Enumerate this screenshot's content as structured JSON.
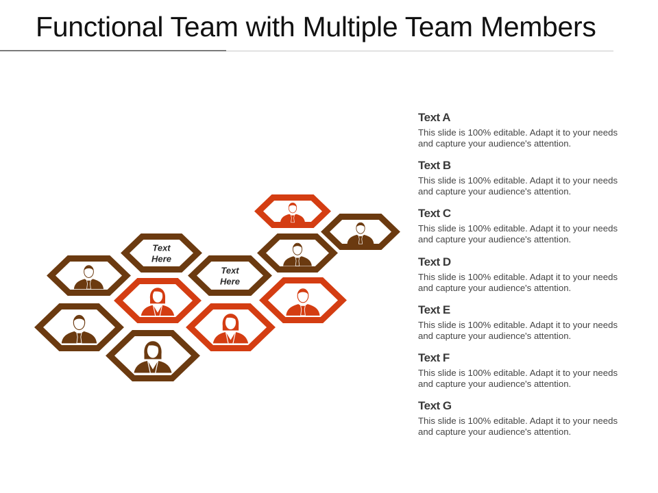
{
  "title": "Functional Team with Multiple Team Members",
  "colors": {
    "brown": "#6b3a10",
    "red": "#d43d12",
    "label": "#2a2a2a"
  },
  "hexagons": [
    {
      "tone": "red",
      "icon": "man"
    },
    {
      "tone": "brown",
      "icon": "man"
    },
    {
      "tone": "brown",
      "icon": "man"
    },
    {
      "tone": "red",
      "icon": "man"
    },
    {
      "tone": "brown",
      "icon": "text",
      "label": [
        "Text",
        "Here"
      ]
    },
    {
      "tone": "red",
      "icon": "woman"
    },
    {
      "tone": "brown",
      "icon": "text",
      "label": [
        "Text",
        "Here"
      ]
    },
    {
      "tone": "red",
      "icon": "woman"
    },
    {
      "tone": "brown",
      "icon": "man"
    },
    {
      "tone": "brown",
      "icon": "man"
    },
    {
      "tone": "brown",
      "icon": "woman"
    }
  ],
  "items": [
    {
      "title": "Text A",
      "body": "This slide is 100% editable. Adapt it to your needs and capture your audience's attention."
    },
    {
      "title": "Text B",
      "body": "This slide is 100% editable. Adapt it to your needs and capture your audience's attention."
    },
    {
      "title": "Text C",
      "body": "This slide is 100% editable. Adapt it to your needs and capture your audience's attention."
    },
    {
      "title": "Text D",
      "body": "This slide is 100% editable. Adapt it to your needs and capture your audience's attention."
    },
    {
      "title": "Text E",
      "body": "This slide is 100% editable. Adapt it to your needs and capture your audience's attention."
    },
    {
      "title": "Text F",
      "body": "This slide is 100% editable. Adapt it to your needs and capture your audience's attention."
    },
    {
      "title": "Text G",
      "body": "This slide is 100% editable. Adapt it to your needs and capture your audience's attention."
    }
  ]
}
